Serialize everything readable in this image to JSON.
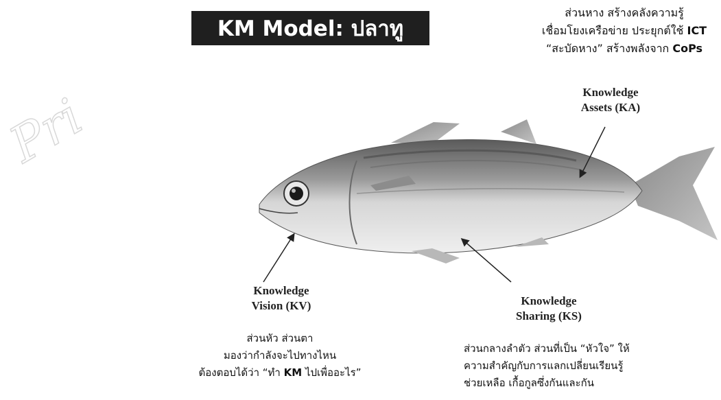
{
  "title": "KM Model: ปลาทู",
  "tail_text": {
    "line1": "ส่วนหาง สร้างคลังความรู้",
    "line2_pre": "เชื่อมโยงเครือข่าย ประยุกต์ใช้ ",
    "line2_bold": "ICT",
    "line3_pre": "“สะบัดหาง” สร้างพลังจาก ",
    "line3_bold": "CoPs"
  },
  "ka_label": {
    "line1": "Knowledge",
    "line2": "Assets (KA)"
  },
  "kv_label": {
    "line1": "Knowledge",
    "line2": "Vision (KV)"
  },
  "ks_label": {
    "line1": "Knowledge",
    "line2": "Sharing (KS)"
  },
  "head_text": {
    "line1": "ส่วนหัว ส่วนตา",
    "line2": "มองว่ากำลังจะไปทางไหน",
    "line3_pre": "ต้องตอบได้ว่า “ทำ ",
    "line3_bold": "KM",
    "line3_post": " ไปเพื่ออะไร”"
  },
  "body_text": {
    "line1": "ส่วนกลางลำตัว ส่วนที่เป็น “หัวใจ” ให้",
    "line2": "ความสำคัญกับการแลกเปลี่ยนเรียนรู้",
    "line3": "ช่วยเหลือ เกื้อกูลซึ่งกันและกัน"
  },
  "watermark_text": "Pri"
}
